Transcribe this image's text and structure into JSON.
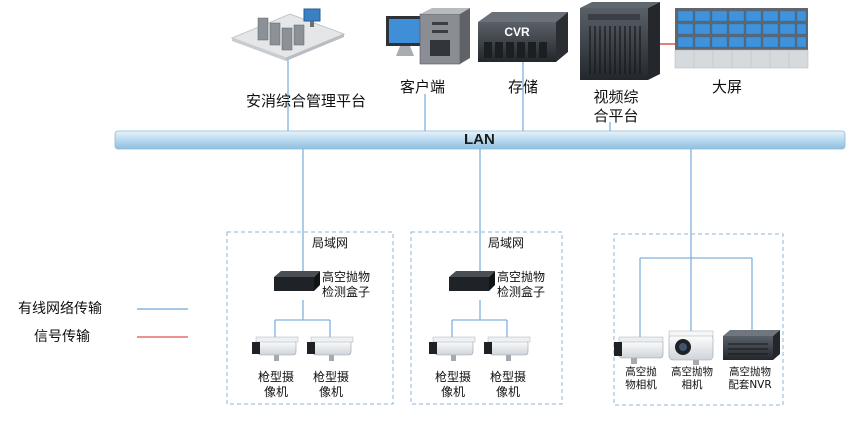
{
  "top_devices": {
    "platform_label": "安消综合管理平台",
    "client_label": "客户端",
    "storage_label": "存储",
    "storage_badge": "CVR",
    "video_platform_label_l1": "视频综",
    "video_platform_label_l2": "合平台",
    "big_screen_label": "大屏"
  },
  "network": {
    "lan_label": "LAN"
  },
  "groups": [
    {
      "lan_title": "局域网",
      "box_label_l1": "高空抛物",
      "box_label_l2": "检测盒子",
      "camera1_l1": "枪型摄",
      "camera1_l2": "像机",
      "camera2_l1": "枪型摄",
      "camera2_l2": "像机"
    },
    {
      "lan_title": "局域网",
      "box_label_l1": "高空抛物",
      "box_label_l2": "检测盒子",
      "camera1_l1": "枪型摄",
      "camera1_l2": "像机",
      "camera2_l1": "枪型摄",
      "camera2_l2": "像机"
    }
  ],
  "group3": {
    "camera_a_l1": "高空抛",
    "camera_a_l2": "物相机",
    "camera_b_l1": "高空抛物",
    "camera_b_l2": "相机",
    "nvr_l1": "高空抛物",
    "nvr_l2": "配套NVR"
  },
  "legend": {
    "wired_label": "有线网络传输",
    "signal_label": "信号传输",
    "wired_color": "#6fa8dc",
    "signal_color": "#e05050"
  }
}
